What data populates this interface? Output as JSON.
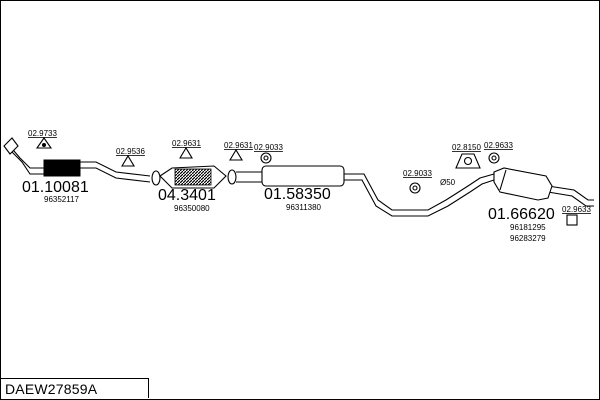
{
  "diagram_id": "DAEW27859A",
  "parts": {
    "front_pipe": {
      "code": "01.10081",
      "oe": "96352117"
    },
    "catalyst": {
      "code": "04.3401",
      "oe": "96350080"
    },
    "middle_silencer": {
      "code": "01.58350",
      "oe": "96311380"
    },
    "rear_silencer": {
      "code": "01.66620",
      "oe1": "96181295",
      "oe2": "96283279"
    }
  },
  "accessories": {
    "gasket_front": "02.9733",
    "clamp_front": "02.9536",
    "gasket_cat_in": "02.9631",
    "gasket_cat_out": "02.9631",
    "ring_mid": "02.9033",
    "ring_center": "02.9033",
    "hanger_rear": "02.8150",
    "ring_rear": "02.9633",
    "ring_tail": "02.9633"
  },
  "diameter_label": "Ø50"
}
